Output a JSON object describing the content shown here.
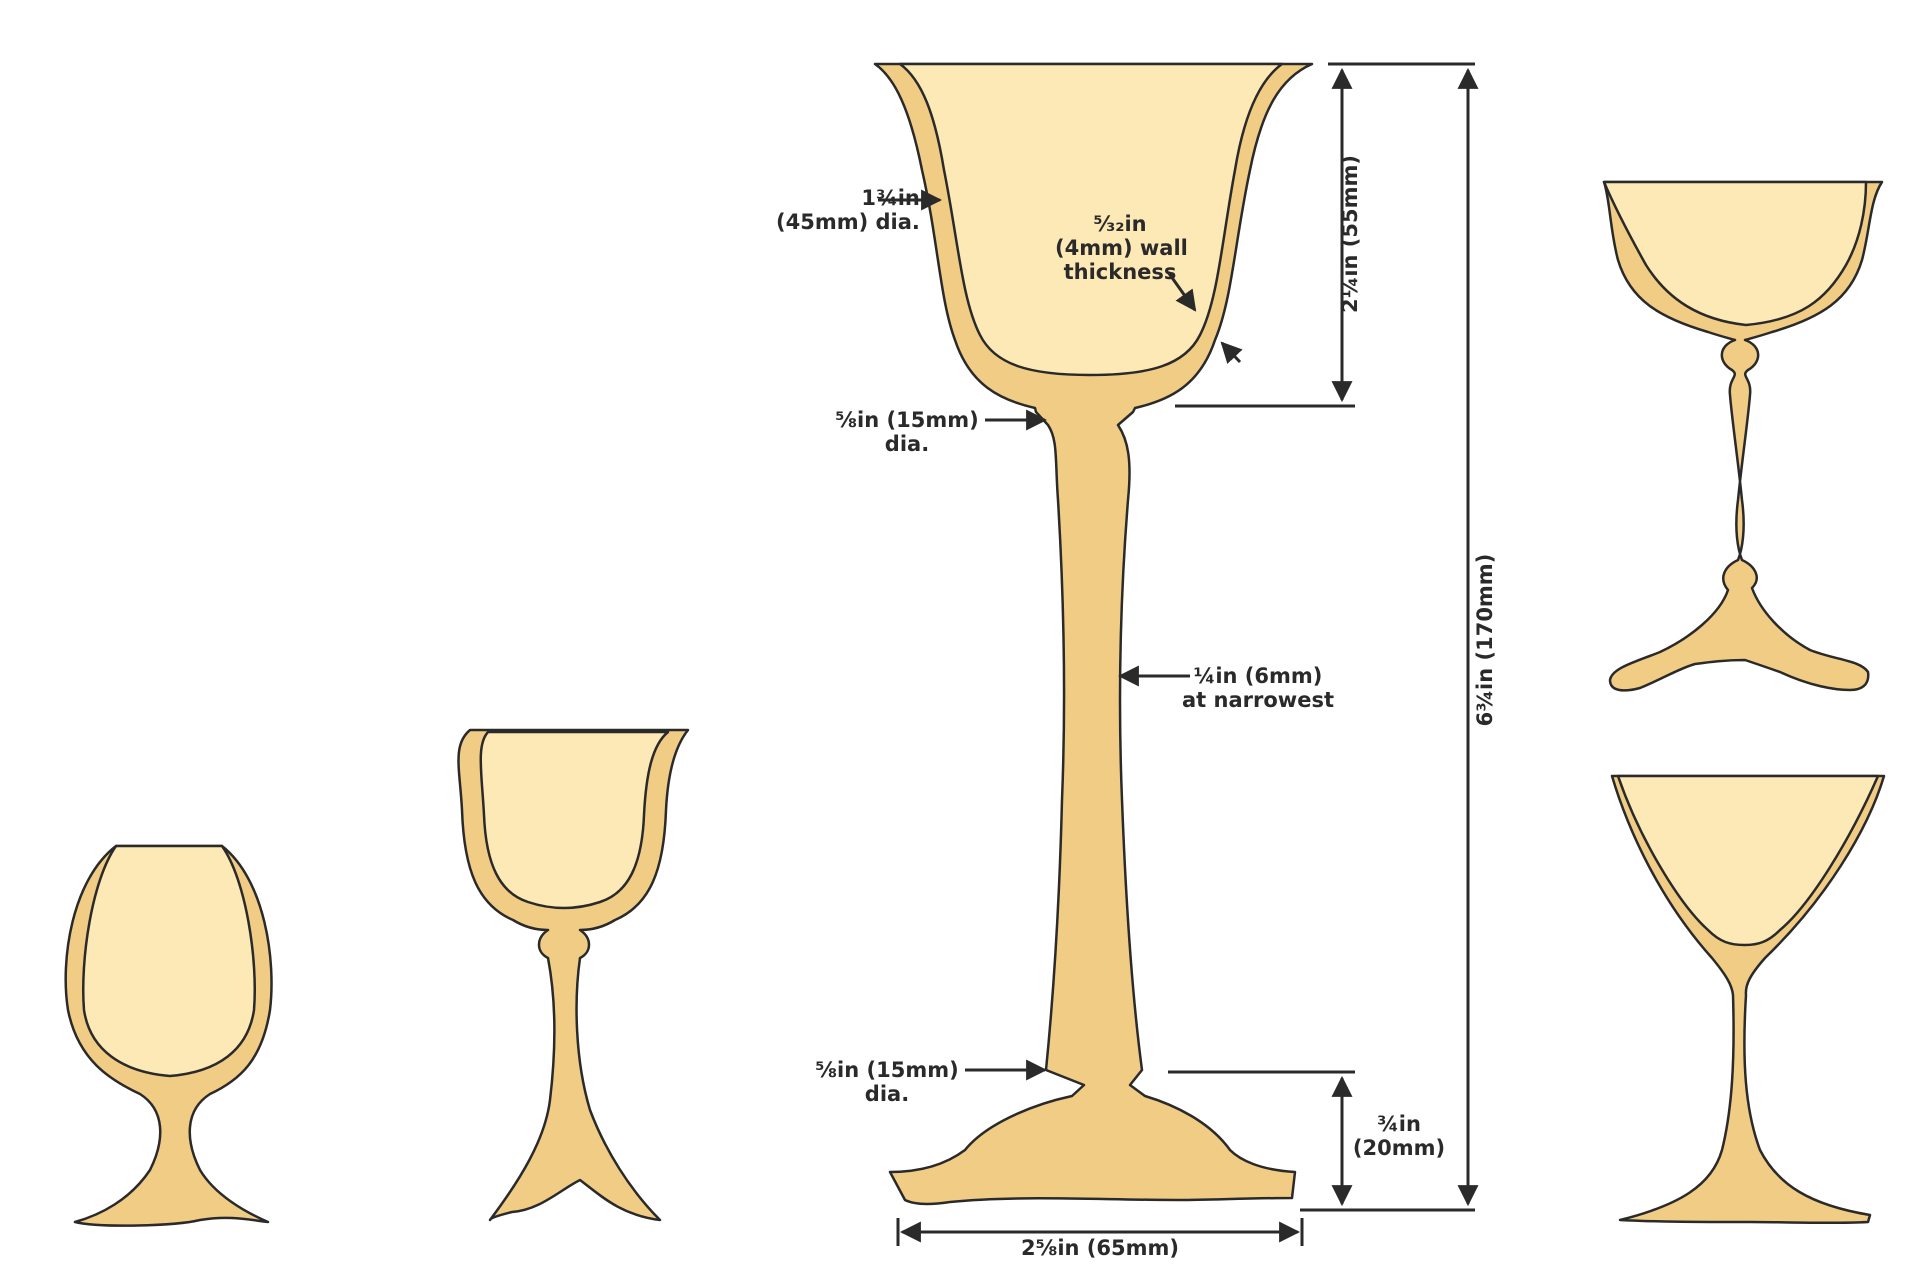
{
  "colors": {
    "glass_fill": "#f1cc85",
    "bowl_interior": "#fde9b6",
    "outline": "#2a2a2a",
    "background": "#ffffff"
  },
  "annotations": {
    "bowl_diameter": [
      "1¾in",
      "(45mm) dia."
    ],
    "wall_thickness": [
      "⁵⁄₃₂in",
      "(4mm) wall",
      "thickness"
    ],
    "bowl_height": "2¼in (55mm)",
    "top_stem_diameter": [
      "⅝in (15mm)",
      "dia."
    ],
    "narrowest": [
      "¼in (6mm)",
      "at narrowest"
    ],
    "overall_height": "6¾in (170mm)",
    "bottom_stem_diameter": [
      "⅝in (15mm)",
      "dia."
    ],
    "foot_height": [
      "¾in",
      "(20mm)"
    ],
    "foot_width": "2⅝in (65mm)"
  }
}
